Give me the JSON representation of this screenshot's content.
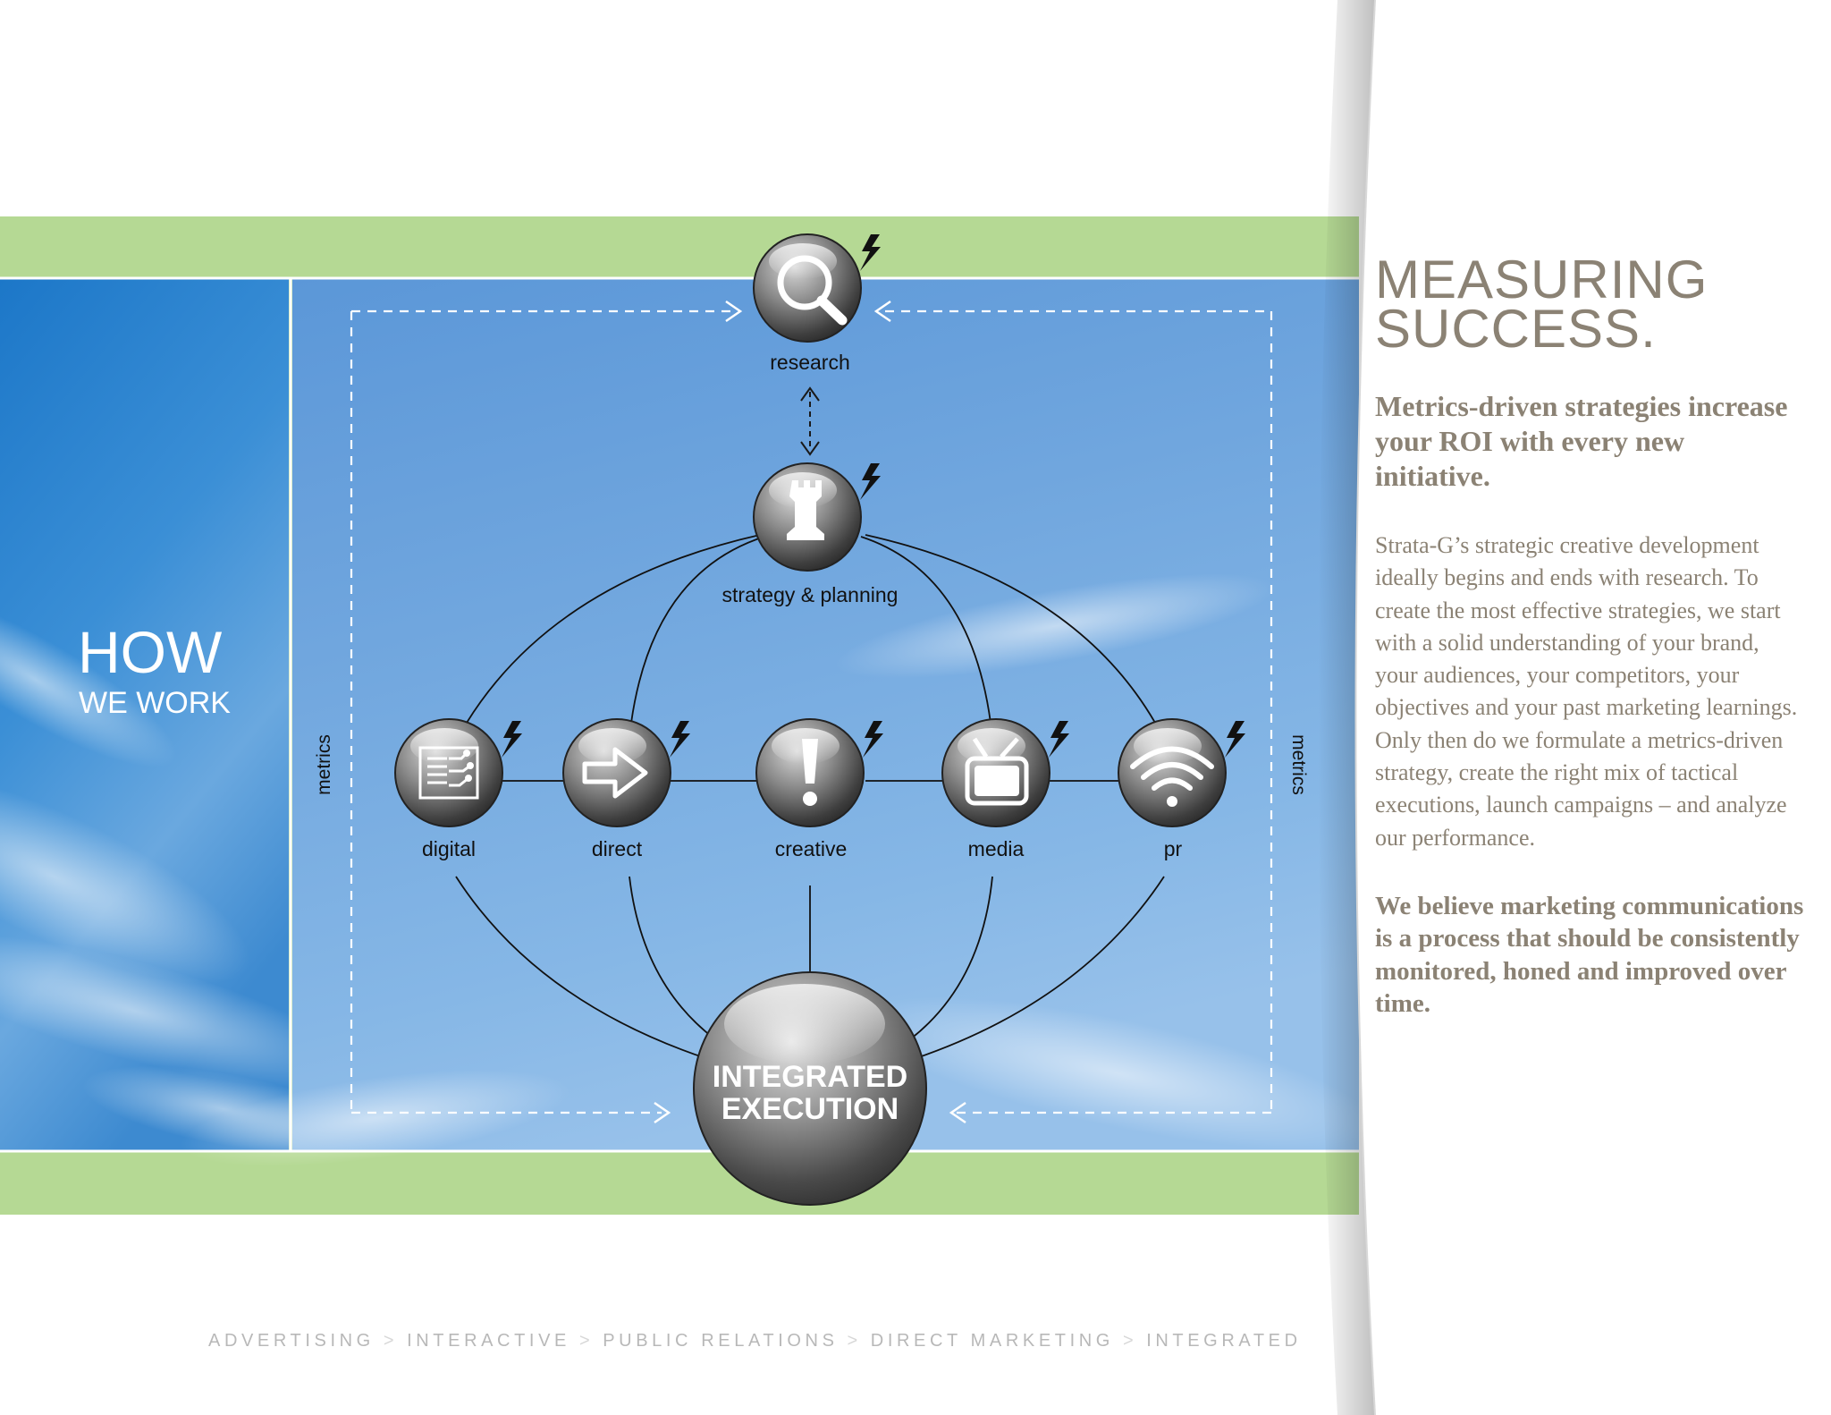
{
  "diagram": {
    "nodes": {
      "research": "research",
      "strategy": "strategy & planning",
      "digital": "digital",
      "direct": "direct",
      "creative": "creative",
      "media": "media",
      "pr": "pr"
    },
    "side_label_left": "metrics",
    "side_label_right": "metrics",
    "hub_line1": "INTEGRATED",
    "hub_line2": "EXECUTION"
  },
  "left_panel": {
    "title_line1": "HOW",
    "title_line2": "WE WORK"
  },
  "right_page": {
    "heading_line1": "MEASURING",
    "heading_line2": "SUCCESS.",
    "subheading": "Metrics-driven strategies increase your ROI with every new initiative.",
    "body": "Strata-G’s strategic creative development ideally begins and ends with research. To create the most effective strategies, we start with a solid understanding of your brand, your audiences, your competitors, your objectives and your past marketing learnings. Only then do we formulate a metrics-driven strategy, create the right mix of tactical executions, launch campaigns – and analyze our performance.",
    "belief": "We believe marketing communications is a process that should be consistently monitored, honed and improved over time."
  },
  "footer": {
    "items": [
      "ADVERTISING",
      "INTERACTIVE",
      "PUBLIC RELATIONS",
      "DIRECT MARKETING",
      "INTEGRATED"
    ],
    "separator": ">"
  },
  "colors": {
    "green_band": "#b5d994",
    "sky": "#6ea3dc",
    "text_brown": "#8b8274"
  }
}
